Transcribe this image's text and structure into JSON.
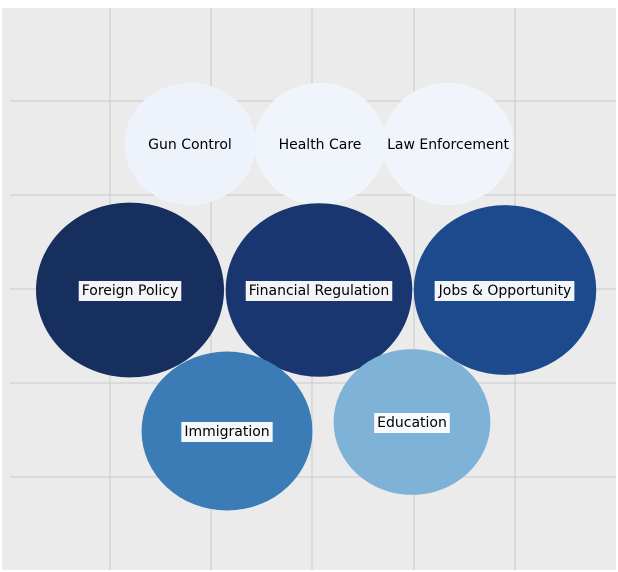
{
  "chart_data": {
    "type": "bubble",
    "title": "",
    "xlabel": "",
    "ylabel": "",
    "grid": true,
    "legend": "none",
    "background_color": "#ebebeb",
    "grid_color": "#c8c8c8",
    "bubbles": [
      {
        "label": "Gun Control",
        "value": 3.0,
        "color": "#eef3fb",
        "label_box": false
      },
      {
        "label": "Health Care",
        "value": 3.0,
        "color": "#f0f4fb",
        "label_box": false
      },
      {
        "label": "Law Enforcement",
        "value": 3.0,
        "color": "#f1f5fb",
        "label_box": false
      },
      {
        "label": "Foreign Policy",
        "value": 6.9,
        "color": "#172f5f",
        "label_box": true
      },
      {
        "label": "Financial Regulation",
        "value": 6.8,
        "color": "#1a3670",
        "label_box": true
      },
      {
        "label": "Jobs & Opportunity",
        "value": 6.5,
        "color": "#1d4a8c",
        "label_box": true
      },
      {
        "label": "Immigration",
        "value": 5.7,
        "color": "#3b7bb6",
        "label_box": true
      },
      {
        "label": "Education",
        "value": 4.8,
        "color": "#7fb2d7",
        "label_box": true
      }
    ]
  }
}
